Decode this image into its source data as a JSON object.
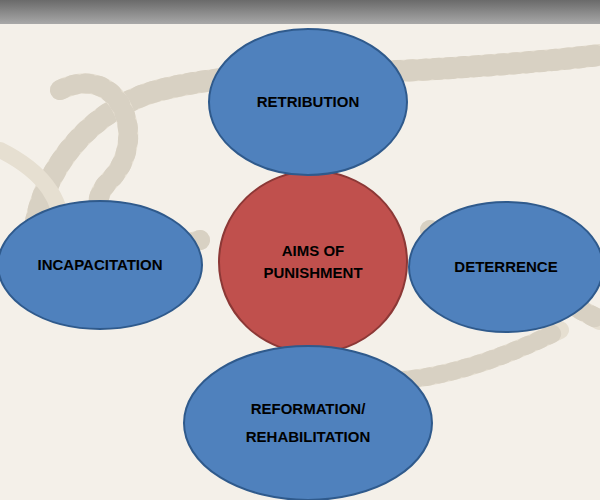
{
  "diagram": {
    "nodes": [
      {
        "text": [
          "RETRIBUTION"
        ]
      },
      {
        "text": [
          "INCAPACITATION"
        ]
      },
      {
        "text": [
          "AIMS OF PUNISHMENT"
        ]
      },
      {
        "text": [
          "DETERRENCE"
        ]
      },
      {
        "text": [
          "REFORMATION/ REHABILITATION"
        ]
      }
    ]
  }
}
